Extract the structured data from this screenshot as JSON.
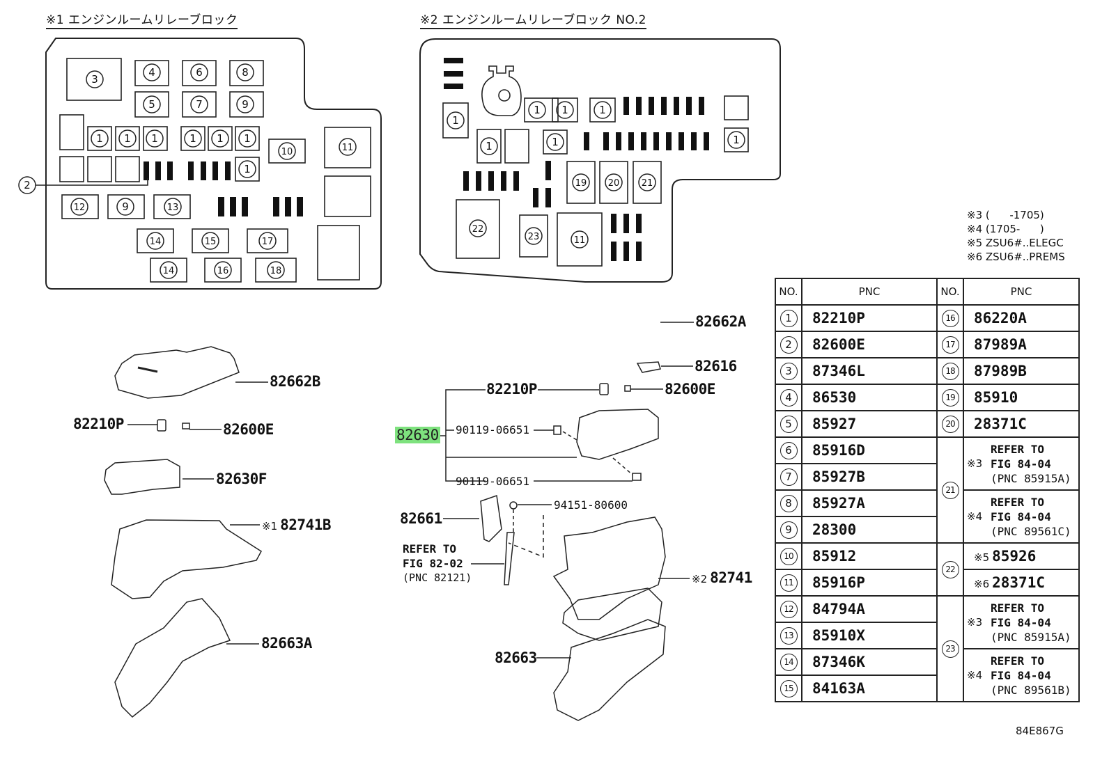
{
  "diagram": {
    "figure_code": "84E867G",
    "block1": {
      "title": "※1 エンジンルームリレーブロック",
      "callout_label": "2",
      "slots": [
        {
          "no": "3"
        },
        {
          "no": "4"
        },
        {
          "no": "6"
        },
        {
          "no": "8"
        },
        {
          "no": "5"
        },
        {
          "no": "7"
        },
        {
          "no": "9"
        },
        {
          "no": "1"
        },
        {
          "no": "1"
        },
        {
          "no": "1"
        },
        {
          "no": "1"
        },
        {
          "no": "1"
        },
        {
          "no": "1"
        },
        {
          "no": "1"
        },
        {
          "no": "10"
        },
        {
          "no": "11"
        },
        {
          "no": "12"
        },
        {
          "no": "9"
        },
        {
          "no": "13"
        },
        {
          "no": "14"
        },
        {
          "no": "15"
        },
        {
          "no": "17"
        },
        {
          "no": "14"
        },
        {
          "no": "16"
        },
        {
          "no": "18"
        }
      ]
    },
    "block2": {
      "title": "※2 エンジンルームリレーブロック  NO.2",
      "slots": [
        {
          "no": "1"
        },
        {
          "no": "1"
        },
        {
          "no": "1"
        },
        {
          "no": "1"
        },
        {
          "no": "1"
        },
        {
          "no": "1"
        },
        {
          "no": "1"
        },
        {
          "no": "19"
        },
        {
          "no": "20"
        },
        {
          "no": "21"
        },
        {
          "no": "22"
        },
        {
          "no": "23"
        },
        {
          "no": "11"
        }
      ]
    },
    "notes": [
      "※3 (      -1705)",
      "※4 (1705-      )",
      "※5 ZSU6#..ELEGC",
      "※6 ZSU6#..PREMS"
    ],
    "left_parts": {
      "p82662B": "82662B",
      "p82210P": "82210P",
      "p82600E": "82600E",
      "p82630F": "82630F",
      "p82741B_mark": "※1",
      "p82741B": "82741B",
      "p82663A": "82663A"
    },
    "center_parts": {
      "p82662A": "82662A",
      "p82616": "82616",
      "p82210P": "82210P",
      "p82600E": "82600E",
      "p82630": "82630",
      "bolt1": "90119-06651",
      "bolt2": "90119-06651",
      "nut": "94151-80600",
      "p82661": "82661",
      "refer_line1": "REFER TO",
      "refer_line2": "FIG 82-02",
      "refer_line3": "(PNC 82121)",
      "p82741_mark": "※2",
      "p82741": "82741",
      "p82663": "82663"
    },
    "highlight_color": "#7ee27e",
    "table": {
      "headers": [
        "NO.",
        "PNC",
        "NO.",
        "PNC"
      ],
      "left_rows": [
        {
          "no": "1",
          "pnc": "82210P"
        },
        {
          "no": "2",
          "pnc": "82600E"
        },
        {
          "no": "3",
          "pnc": "87346L"
        },
        {
          "no": "4",
          "pnc": "86530"
        },
        {
          "no": "5",
          "pnc": "85927"
        },
        {
          "no": "6",
          "pnc": "85916D"
        },
        {
          "no": "7",
          "pnc": "85927B"
        },
        {
          "no": "8",
          "pnc": "85927A"
        },
        {
          "no": "9",
          "pnc": "28300"
        },
        {
          "no": "10",
          "pnc": "85912"
        },
        {
          "no": "11",
          "pnc": "85916P"
        },
        {
          "no": "12",
          "pnc": "84794A"
        },
        {
          "no": "13",
          "pnc": "85910X"
        },
        {
          "no": "14",
          "pnc": "87346K"
        },
        {
          "no": "15",
          "pnc": "84163A"
        }
      ],
      "right_simple": [
        {
          "no": "16",
          "pnc": "86220A"
        },
        {
          "no": "17",
          "pnc": "87989A"
        },
        {
          "no": "18",
          "pnc": "87989B"
        },
        {
          "no": "19",
          "pnc": "85910"
        },
        {
          "no": "20",
          "pnc": "28371C"
        }
      ],
      "no21": {
        "no": "21",
        "a": {
          "mark": "※3",
          "line1": "REFER TO",
          "line2": "FIG 84-04",
          "line3": "(PNC 85915A)"
        },
        "b": {
          "mark": "※4",
          "line1": "REFER TO",
          "line2": "FIG 84-04",
          "line3": "(PNC 89561C)"
        }
      },
      "no22": {
        "no": "22",
        "a": {
          "mark": "※5",
          "pnc": "85926"
        },
        "b": {
          "mark": "※6",
          "pnc": "28371C"
        }
      },
      "no23": {
        "no": "23",
        "a": {
          "mark": "※3",
          "line1": "REFER TO",
          "line2": "FIG 84-04",
          "line3": "(PNC 85915A)"
        },
        "b": {
          "mark": "※4",
          "line1": "REFER TO",
          "line2": "FIG 84-04",
          "line3": "(PNC 89561B)"
        }
      }
    }
  }
}
